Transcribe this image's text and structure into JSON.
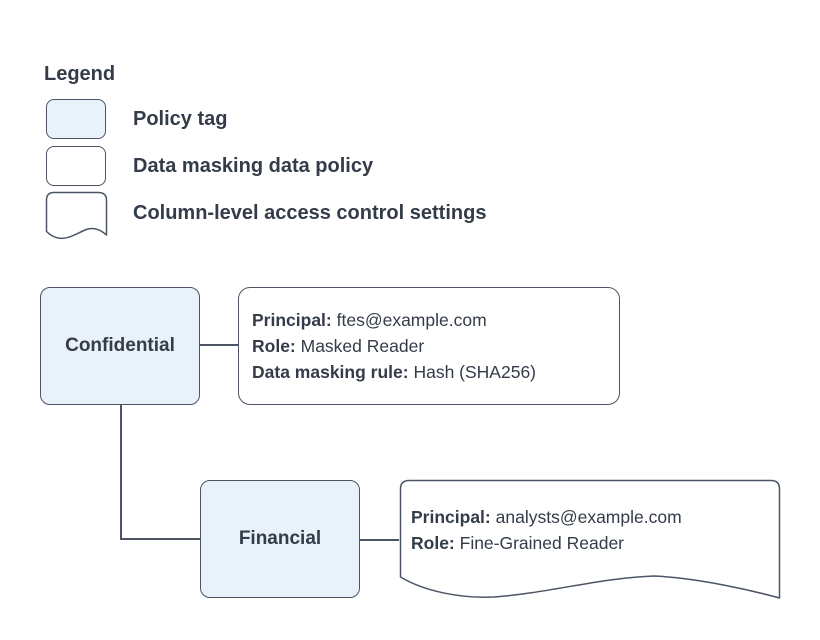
{
  "colors": {
    "policy_tag_fill": "#e9f1fb",
    "node_fill": "#ffffff",
    "stroke": "#4b5564",
    "text": "#343c49"
  },
  "legend": {
    "title": "Legend",
    "items": [
      {
        "swatch": "policy-tag-swatch",
        "label": "Policy tag"
      },
      {
        "swatch": "data-masking-policy-swatch",
        "label": "Data masking data policy"
      },
      {
        "swatch": "column-access-swatch",
        "label": "Column-level access control settings"
      }
    ]
  },
  "diagram": {
    "policy_tags": [
      {
        "name": "Confidential"
      },
      {
        "name": "Financial"
      }
    ],
    "data_masking_policy": {
      "lines": [
        {
          "label": "Principal:",
          "value": "ftes@example.com"
        },
        {
          "label": "Role:",
          "value": "Masked Reader"
        },
        {
          "label": "Data masking rule:",
          "value": "Hash (SHA256)"
        }
      ]
    },
    "column_access_settings": {
      "lines": [
        {
          "label": "Principal:",
          "value": "analysts@example.com"
        },
        {
          "label": "Role:",
          "value": "Fine-Grained Reader"
        }
      ]
    }
  }
}
